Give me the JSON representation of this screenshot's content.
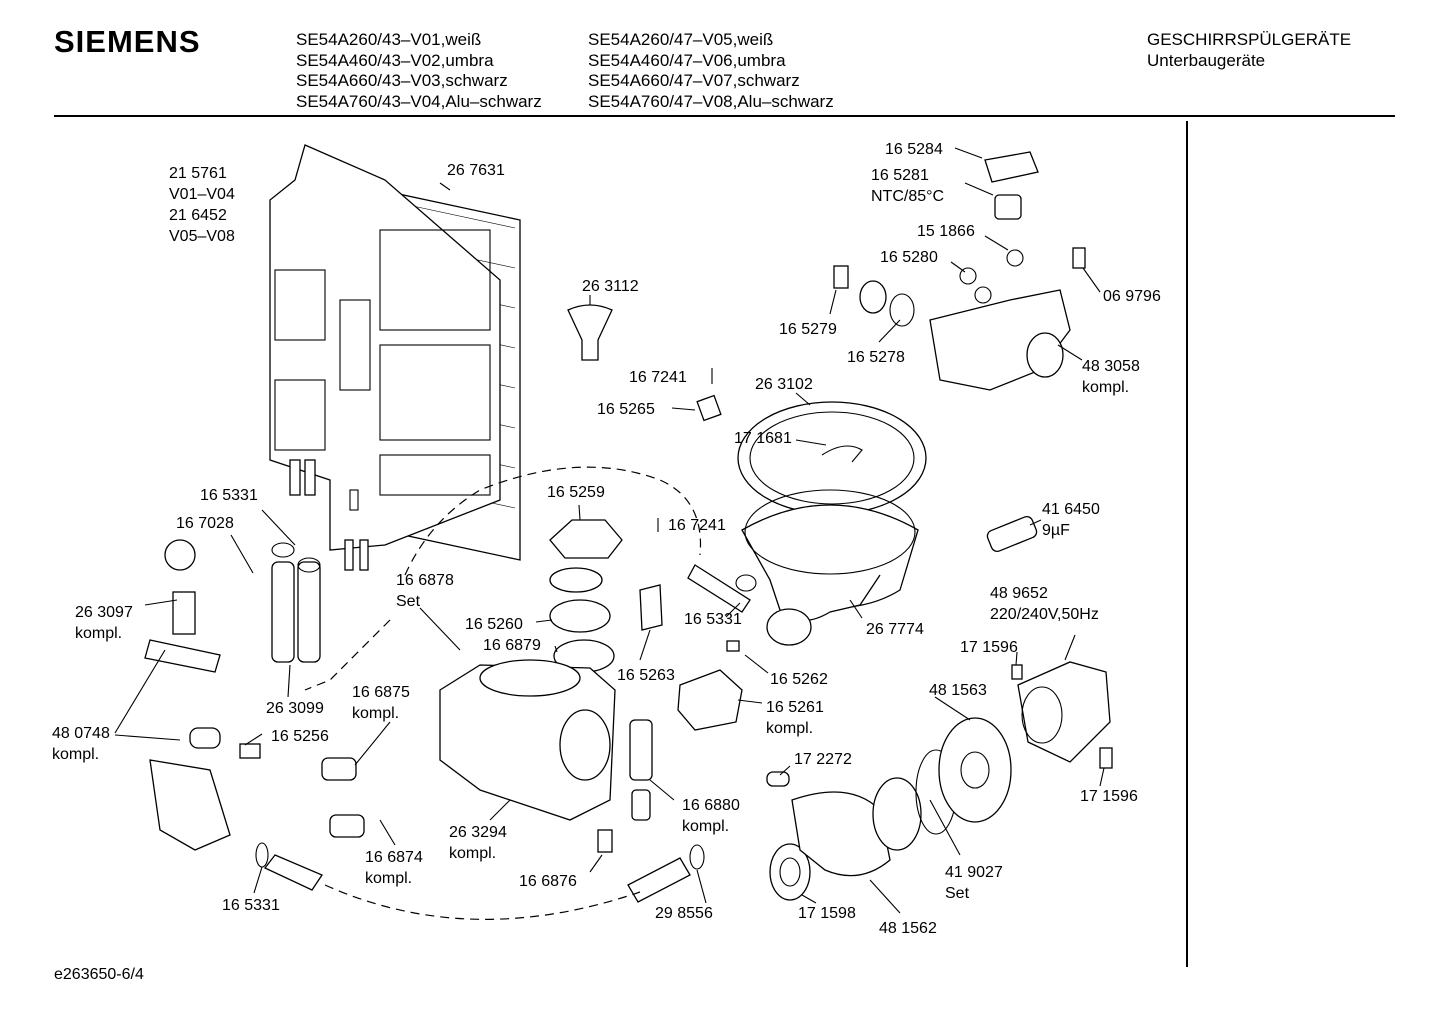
{
  "header": {
    "brand": "SIEMENS",
    "models_left": [
      "SE54A260/43–V01,weiß",
      "SE54A460/43–V02,umbra",
      "SE54A660/43–V03,schwarz",
      "SE54A760/43–V04,Alu–schwarz"
    ],
    "models_right": [
      "SE54A260/47–V05,weiß",
      "SE54A460/47–V06,umbra",
      "SE54A660/47–V07,schwarz",
      "SE54A760/47–V08,Alu–schwarz"
    ],
    "category": "GESCHIRRSPÜLGERÄTE",
    "subcategory": "Unterbaugeräte"
  },
  "footer": {
    "drawing_id": "e263650-6/4"
  },
  "labels": [
    {
      "id": "p215761",
      "lines": [
        "21 5761",
        "V01–V04",
        "21 6452",
        "V05–V08"
      ]
    },
    {
      "id": "p267631",
      "lines": [
        "26 7631"
      ]
    },
    {
      "id": "p263112",
      "lines": [
        "26 3112"
      ]
    },
    {
      "id": "p167241a",
      "lines": [
        "16 7241"
      ]
    },
    {
      "id": "p165265",
      "lines": [
        "16 5265"
      ]
    },
    {
      "id": "p263102",
      "lines": [
        "26 3102"
      ]
    },
    {
      "id": "p171681",
      "lines": [
        "17 1681"
      ]
    },
    {
      "id": "p165284",
      "lines": [
        "16 5284"
      ]
    },
    {
      "id": "p165281",
      "lines": [
        "16 5281",
        "NTC/85°C"
      ]
    },
    {
      "id": "p151866",
      "lines": [
        "15 1866"
      ]
    },
    {
      "id": "p165280",
      "lines": [
        "16 5280"
      ]
    },
    {
      "id": "p069796",
      "lines": [
        "06 9796"
      ]
    },
    {
      "id": "p165279",
      "lines": [
        "16 5279"
      ]
    },
    {
      "id": "p165278",
      "lines": [
        "16 5278"
      ]
    },
    {
      "id": "p483058",
      "lines": [
        "48 3058",
        "kompl."
      ]
    },
    {
      "id": "p416450",
      "lines": [
        "41 6450",
        "9µF"
      ]
    },
    {
      "id": "p165331a",
      "lines": [
        "16 5331"
      ]
    },
    {
      "id": "p167028",
      "lines": [
        "16 7028"
      ]
    },
    {
      "id": "p263097",
      "lines": [
        "26 3097",
        "kompl."
      ]
    },
    {
      "id": "p165259",
      "lines": [
        "16 5259"
      ]
    },
    {
      "id": "p167241b",
      "lines": [
        "16 7241"
      ]
    },
    {
      "id": "p166878",
      "lines": [
        "16 6878",
        "Set"
      ]
    },
    {
      "id": "p165331b",
      "lines": [
        "16 5331"
      ]
    },
    {
      "id": "p267774",
      "lines": [
        "26 7774"
      ]
    },
    {
      "id": "p489652",
      "lines": [
        "48 9652",
        "220/240V,50Hz"
      ]
    },
    {
      "id": "p165260",
      "lines": [
        "16 5260"
      ]
    },
    {
      "id": "p166879",
      "lines": [
        "16 6879"
      ]
    },
    {
      "id": "p171596a",
      "lines": [
        "17 1596"
      ]
    },
    {
      "id": "p165263",
      "lines": [
        "16 5263"
      ]
    },
    {
      "id": "p165262",
      "lines": [
        "16 5262"
      ]
    },
    {
      "id": "p481563",
      "lines": [
        "48 1563"
      ]
    },
    {
      "id": "p165261",
      "lines": [
        "16 5261",
        "kompl."
      ]
    },
    {
      "id": "p263099",
      "lines": [
        "26 3099"
      ]
    },
    {
      "id": "p166875",
      "lines": [
        "16 6875",
        "kompl."
      ]
    },
    {
      "id": "p480748",
      "lines": [
        "48 0748",
        "kompl."
      ]
    },
    {
      "id": "p165256",
      "lines": [
        "16 5256"
      ]
    },
    {
      "id": "p172272",
      "lines": [
        "17 2272"
      ]
    },
    {
      "id": "p171596b",
      "lines": [
        "17 1596"
      ]
    },
    {
      "id": "p166880",
      "lines": [
        "16 6880",
        "kompl."
      ]
    },
    {
      "id": "p263294",
      "lines": [
        "26 3294",
        "kompl."
      ]
    },
    {
      "id": "p166874",
      "lines": [
        "16 6874",
        "kompl."
      ]
    },
    {
      "id": "p419027",
      "lines": [
        "41 9027",
        "Set"
      ]
    },
    {
      "id": "p166876",
      "lines": [
        "16 6876"
      ]
    },
    {
      "id": "p165331c",
      "lines": [
        "16 5331"
      ]
    },
    {
      "id": "p298556",
      "lines": [
        "29 8556"
      ]
    },
    {
      "id": "p171598",
      "lines": [
        "17 1598"
      ]
    },
    {
      "id": "p481562",
      "lines": [
        "48 1562"
      ]
    }
  ]
}
